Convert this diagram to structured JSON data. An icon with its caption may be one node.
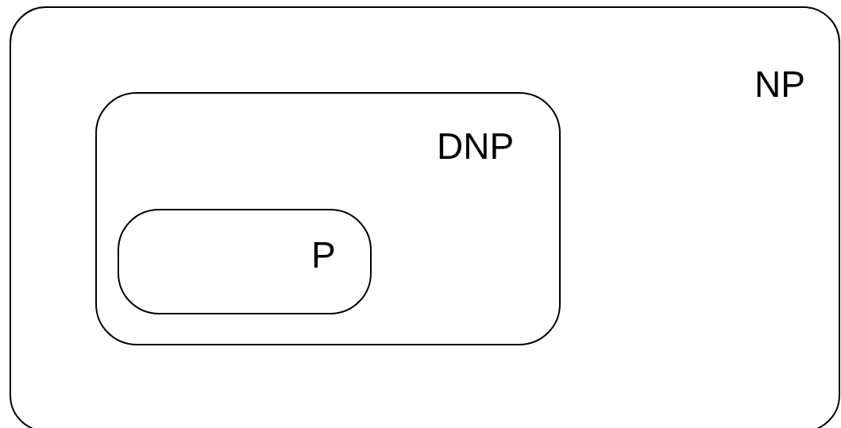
{
  "diagram": {
    "nodes": [
      {
        "text": [
          "NP"
        ]
      },
      {
        "text": [
          "DNP"
        ],
        "in": 0
      },
      {
        "text": [
          "P"
        ],
        "in": 1
      }
    ]
  }
}
